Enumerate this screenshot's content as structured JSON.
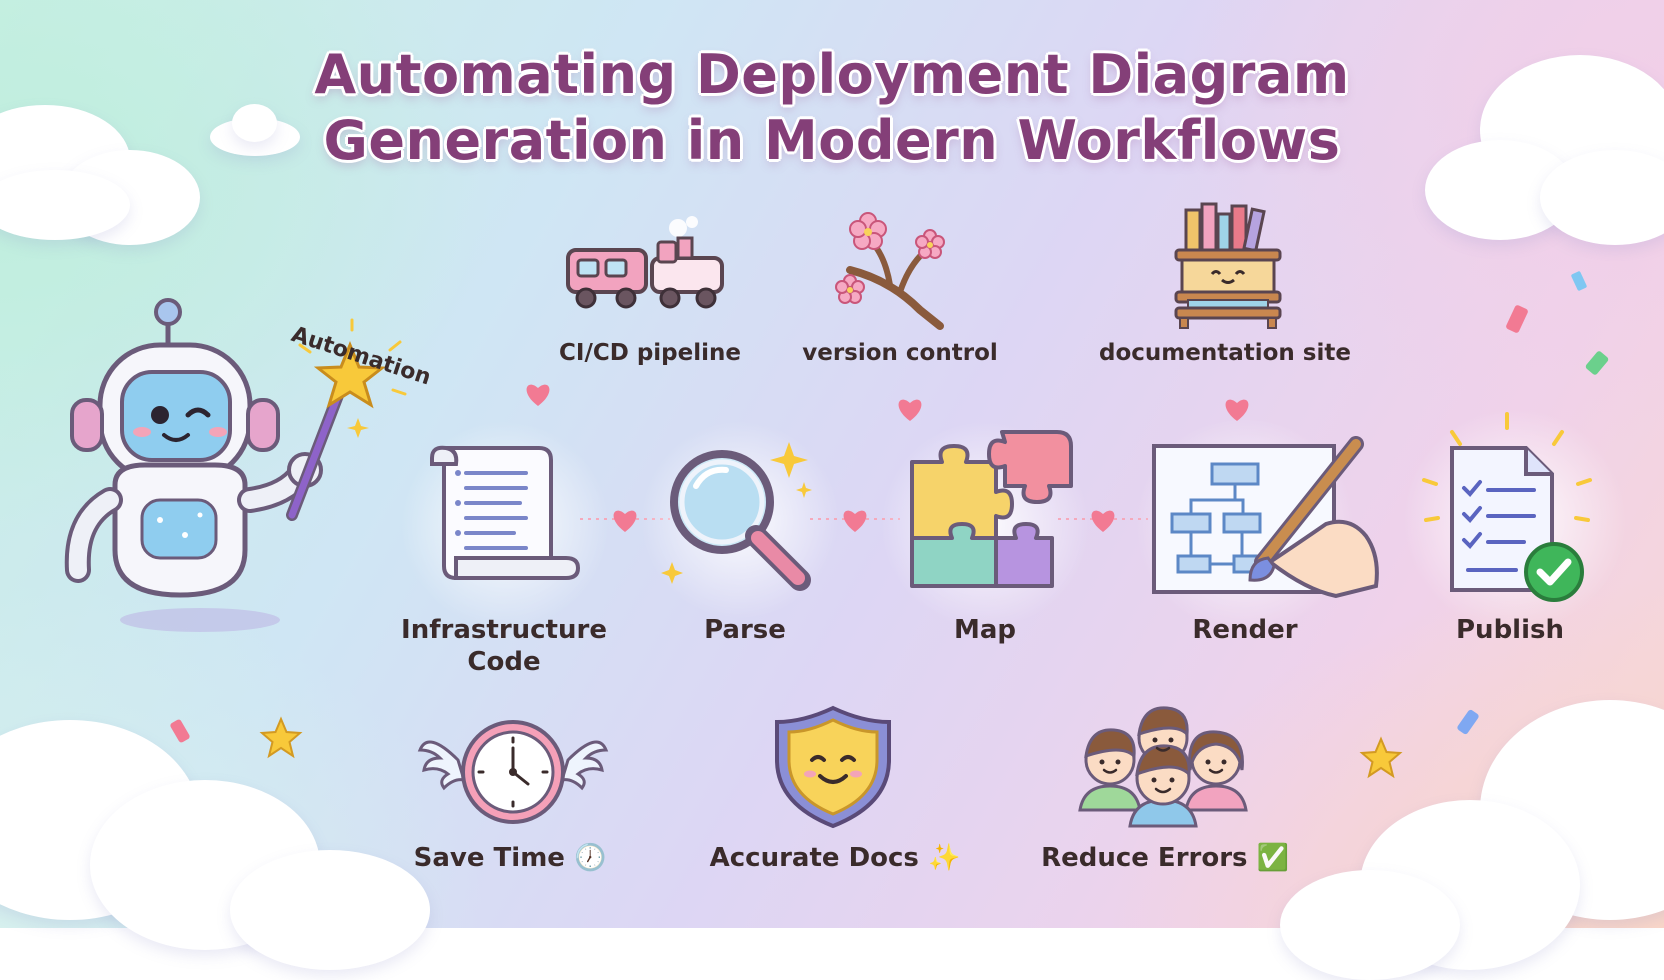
{
  "title": {
    "line1": "Automating Deployment Diagram",
    "line2": "Generation in Modern Workflows"
  },
  "mascot": {
    "label": "Automation",
    "icon": "robot-with-magic-wand"
  },
  "integrations": [
    {
      "label": "CI/CD pipeline",
      "icon": "train-icon"
    },
    {
      "label": "version control",
      "icon": "cherry-blossom-branch-icon"
    },
    {
      "label": "documentation site",
      "icon": "bookshelf-icon"
    }
  ],
  "steps": [
    {
      "label": "Infrastructure Code",
      "icon": "scroll-icon"
    },
    {
      "label": "Parse",
      "icon": "magnifier-icon"
    },
    {
      "label": "Map",
      "icon": "puzzle-icon"
    },
    {
      "label": "Render",
      "icon": "drawing-hand-icon"
    },
    {
      "label": "Publish",
      "icon": "checklist-document-icon"
    }
  ],
  "benefits": [
    {
      "label": "Save Time 🕖",
      "icon": "winged-clock-icon"
    },
    {
      "label": "Accurate Docs ✨",
      "icon": "smiling-shield-icon"
    },
    {
      "label": "Reduce Errors ✅",
      "icon": "happy-people-icon"
    }
  ],
  "colors": {
    "title": "#843f78",
    "heart": "#f27a93",
    "star": "#f8c93a"
  }
}
